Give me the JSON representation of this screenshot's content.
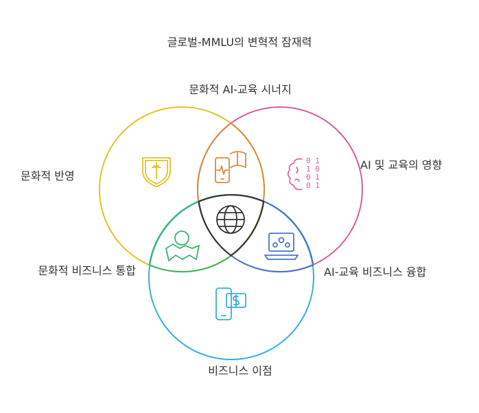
{
  "title": "글로벌-MMLU의 변혁적 잠재력",
  "labels": {
    "top": "문화적 AI-교육 시너지",
    "left": "문화적 반영",
    "right": "AI 및 교육의 영향",
    "bottom_left": "문화적 비즈니스 통합",
    "bottom_right": "AI-교육 비즈니스 융합",
    "bottom": "비즈니스 이점"
  },
  "colors": {
    "culture": "#e3c323",
    "ai_education": "#d95b9e",
    "business": "#33aee0",
    "culture_ai": "#d98b3a",
    "culture_business": "#3bb56a",
    "ai_business": "#4a73c9",
    "center": "#333333"
  },
  "icons": {
    "culture": "shield-cross-icon",
    "ai_education": "brain-binary-icon",
    "business": "phone-dollar-icon",
    "culture_ai": "phone-book-icon",
    "culture_business": "handshake-globe-icon",
    "ai_business": "laptop-people-icon",
    "center": "globe-icon"
  }
}
